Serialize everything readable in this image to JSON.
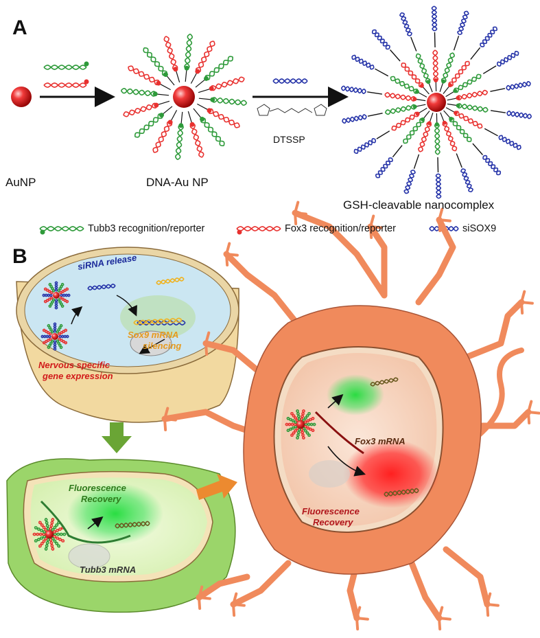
{
  "panel_a": {
    "letter": "A",
    "labels": {
      "aunp": "AuNP",
      "dna_au": "DNA-Au NP",
      "complex": "GSH-cleavable nanocomplex",
      "dtssp": "DTSSP"
    },
    "legend": {
      "tubb3": "Tubb3 recognition/reporter",
      "fox3": "Fox3 recognition/reporter",
      "sisox9": "siSOX9"
    }
  },
  "panel_b": {
    "letter": "B",
    "cell1": {
      "sirna_release": "siRNA release",
      "sox9_line1": "Sox9 mRNA",
      "sox9_line2": "silencing",
      "nervous_line1": "Nervous specific",
      "nervous_line2": "gene expression"
    },
    "cell2": {
      "fluor_line1": "Fluorescence",
      "fluor_line2": "Recovery",
      "tubb3": "Tubb3 mRNA"
    },
    "neuron": {
      "fox3": "Fox3 mRNA",
      "fluor_line1": "Fluorescence",
      "fluor_line2": "Recovery"
    }
  },
  "colors": {
    "green_strand": "#2e9a3a",
    "red_strand": "#e8312f",
    "blue_strand": "#2533a8",
    "gold": "#d90000",
    "neuron": "#f08a5c",
    "cell_green": "#9bd56a",
    "arrow_green": "#6aa535",
    "arrow_orange": "#ec8a30"
  }
}
